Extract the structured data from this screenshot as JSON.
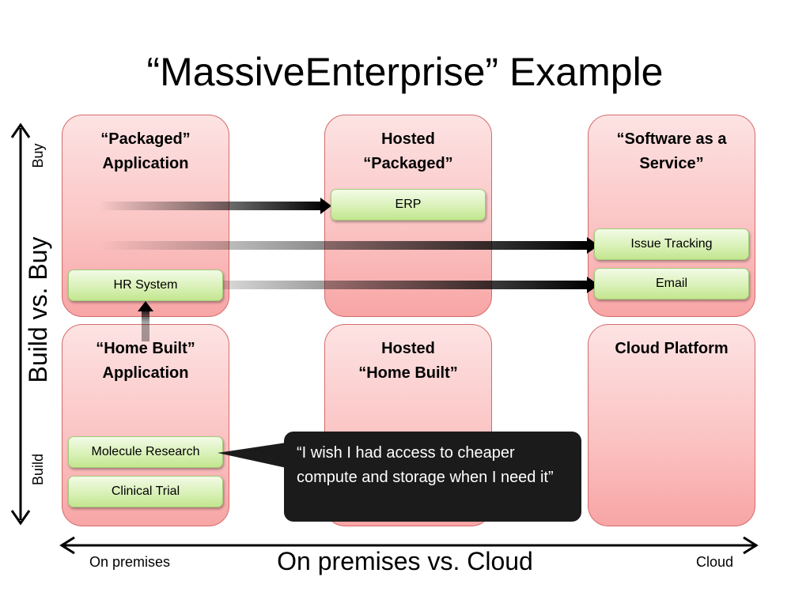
{
  "title": "“MassiveEnterprise” Example",
  "cells": {
    "packaged_application": "“Packaged”\nApplication",
    "hosted_packaged": "Hosted\n“Packaged”",
    "software_as_a_service": "“Software as a\nService”",
    "home_built_application": "“Home Built”\nApplication",
    "hosted_home_built": "Hosted\n“Home Built”",
    "cloud_platform": "Cloud Platform"
  },
  "boxes": {
    "erp": "ERP",
    "issue_tracking": "Issue Tracking",
    "hr_system": "HR System",
    "email": "Email",
    "molecule_research": "Molecule Research",
    "clinical_trial": "Clinical Trial"
  },
  "callout": {
    "text": "“I wish I had access to cheaper compute and storage when I need it”"
  },
  "axes": {
    "vertical_label": "Build vs. Buy",
    "vertical_top": "Buy",
    "vertical_bottom": "Build",
    "horizontal_label": "On premises vs. Cloud",
    "horizontal_left": "On premises",
    "horizontal_right": "Cloud"
  },
  "colors": {
    "cell_fill": "#fbc4c4",
    "cell_border": "#d46b6b",
    "box_fill": "#d7f0b4",
    "box_border": "#a2cd7a",
    "callout_fill": "#1b1b1b",
    "arrow": "#000000"
  }
}
